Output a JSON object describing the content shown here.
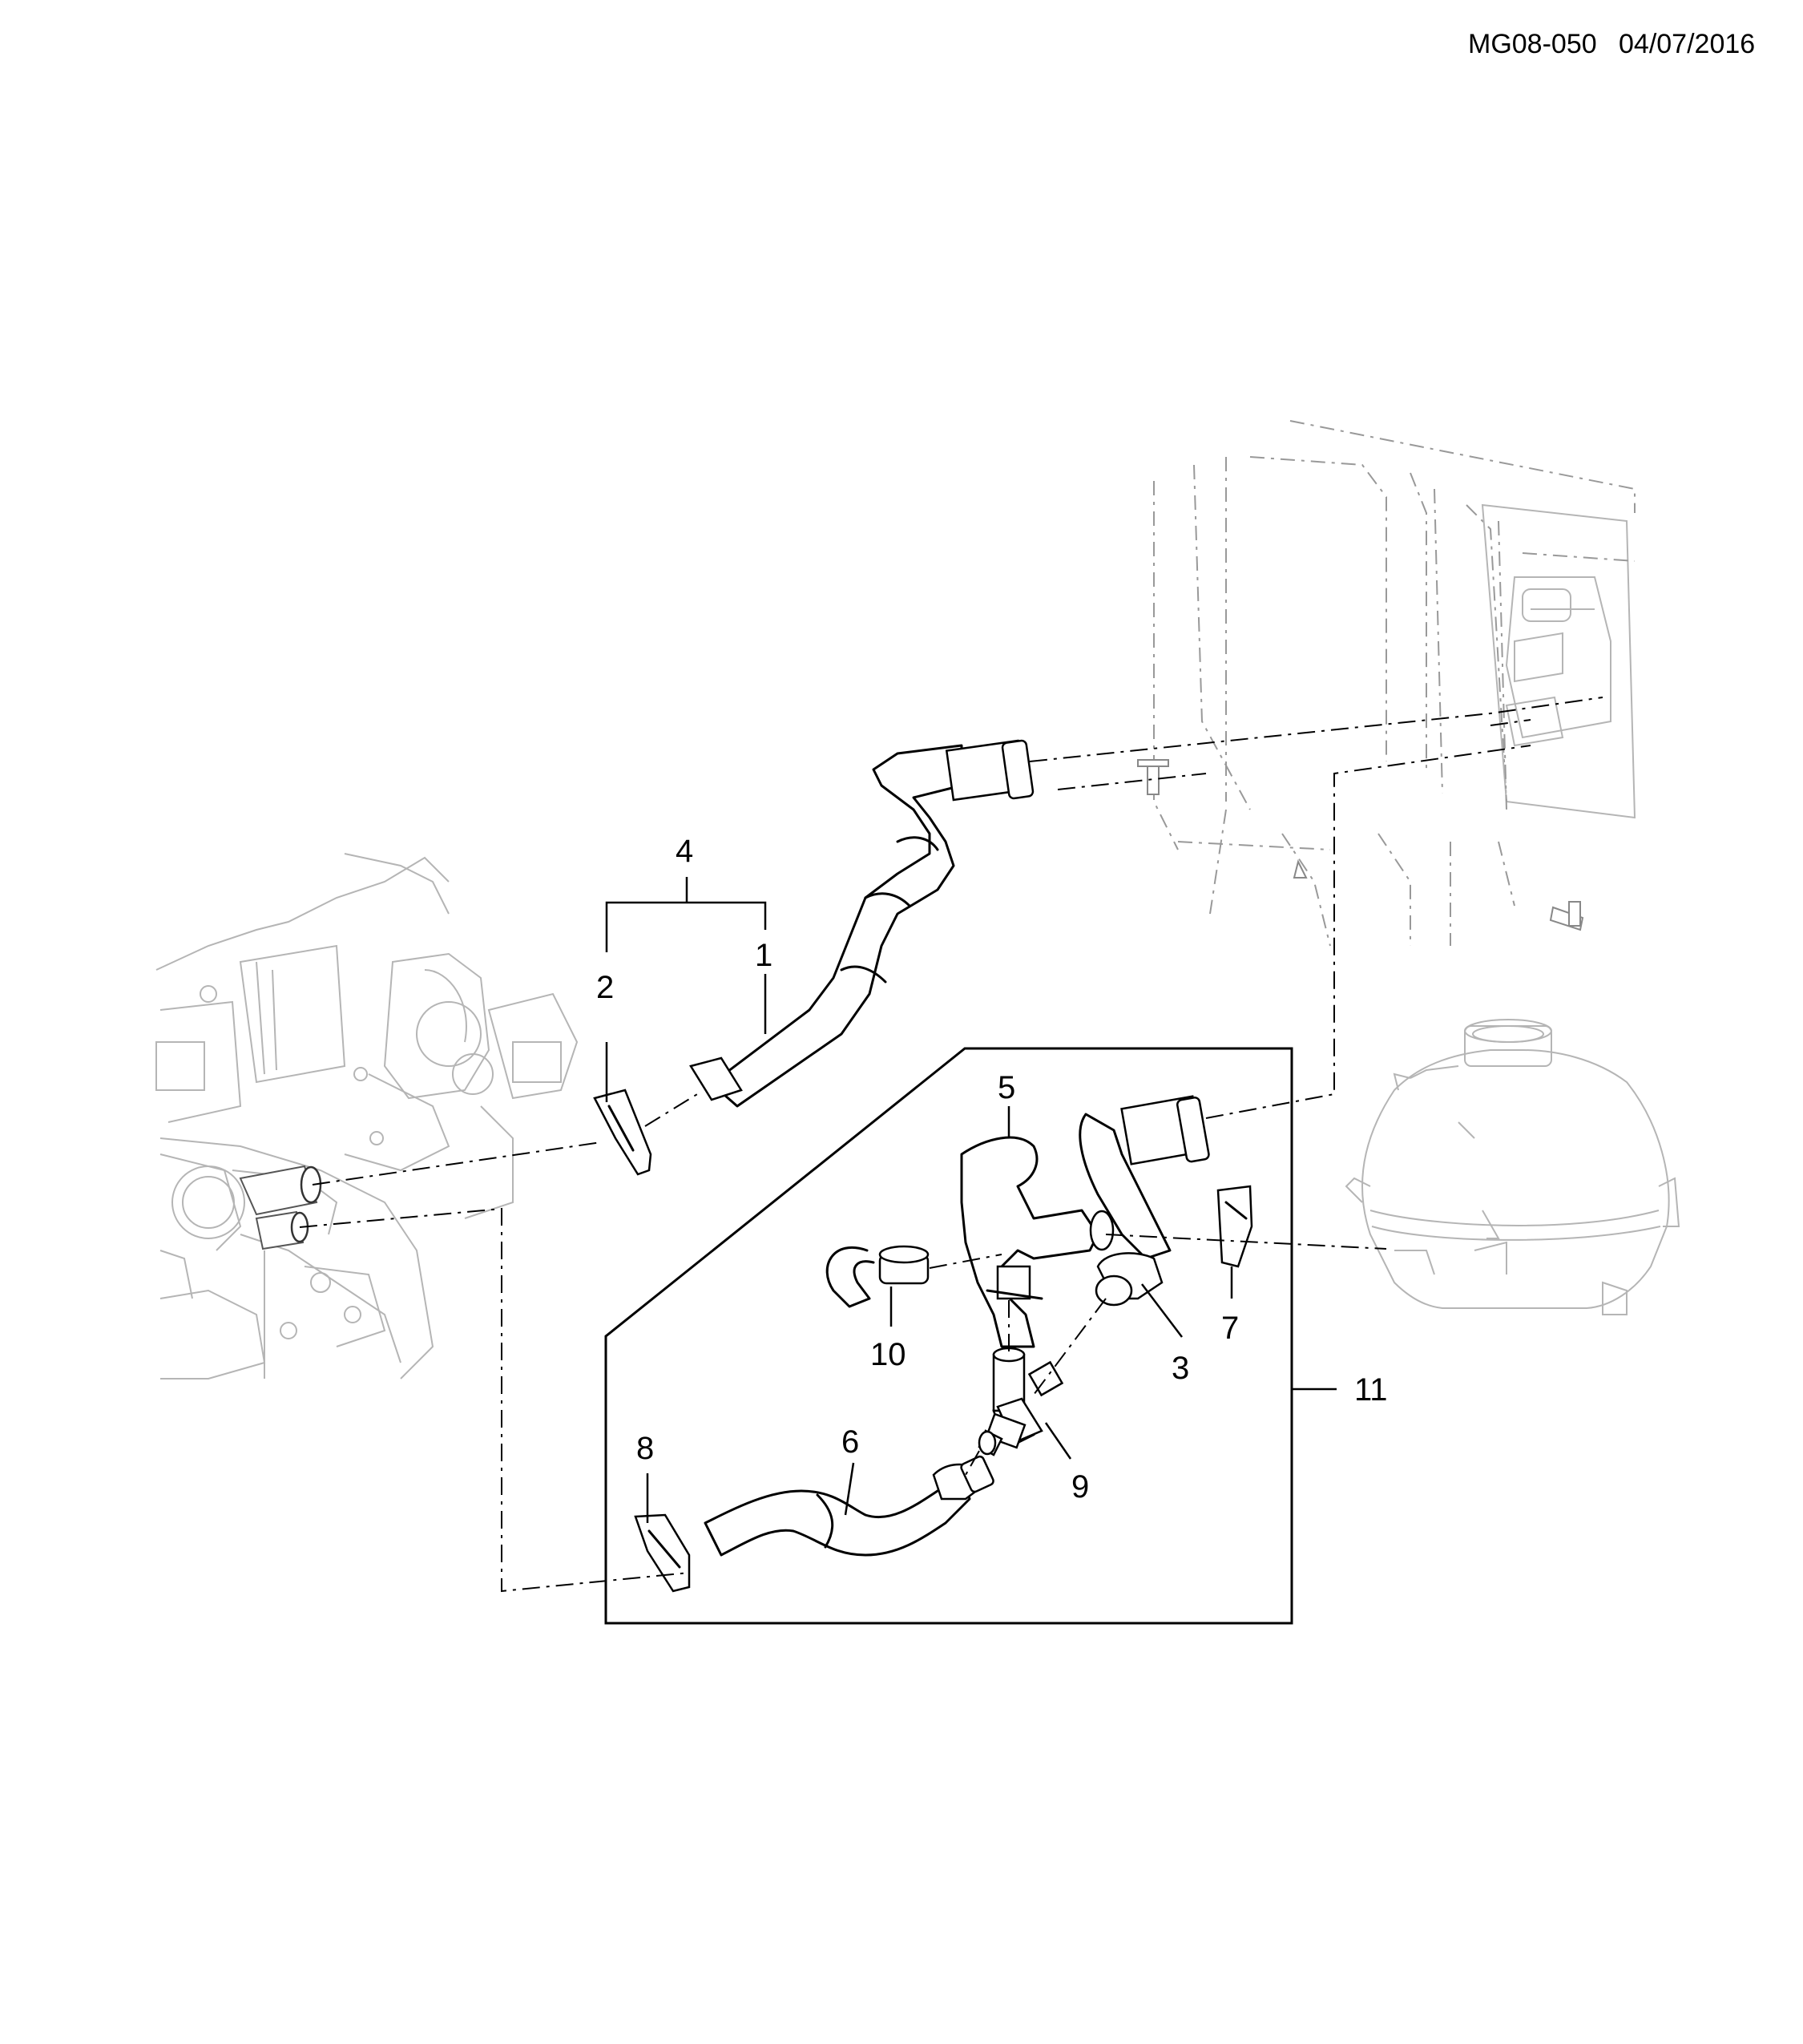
{
  "header": {
    "drawing_id": "MG08-050",
    "date": "04/07/2016"
  },
  "callouts": {
    "c1": "1",
    "c2": "2",
    "c3": "3",
    "c4": "4",
    "c5": "5",
    "c6": "6",
    "c7": "7",
    "c8": "8",
    "c9": "9",
    "c10": "10",
    "c11": "11"
  },
  "colors": {
    "line": "#000000",
    "ghost": "#999999",
    "background": "#ffffff"
  }
}
